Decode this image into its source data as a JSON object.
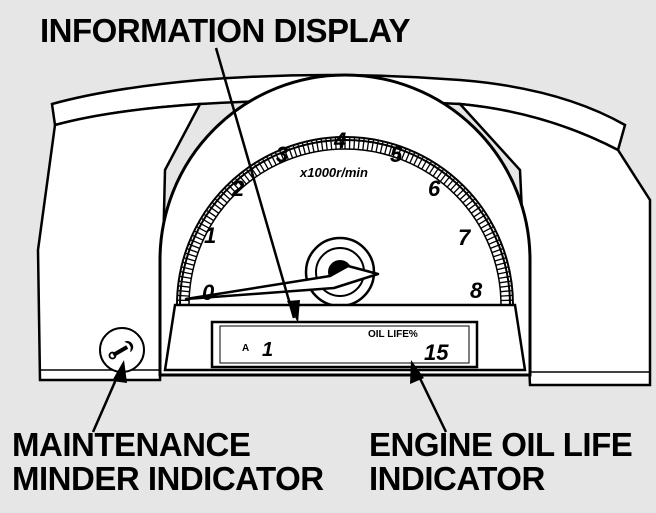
{
  "callouts": {
    "information_display": "INFORMATION DISPLAY",
    "maintenance_minder": [
      "MAINTENANCE",
      "MINDER INDICATOR"
    ],
    "engine_oil_life": [
      "ENGINE OIL LIFE",
      "INDICATOR"
    ]
  },
  "tachometer": {
    "scale_numbers": [
      "0",
      "1",
      "2",
      "3",
      "4",
      "5",
      "6",
      "7",
      "8"
    ],
    "unit_label": "x1000r/min"
  },
  "display": {
    "trip_label": "A",
    "odometer_value": "1",
    "oil_life_label": "OIL LIFE%",
    "oil_life_value": "15"
  },
  "icons": {
    "maintenance": "wrench-icon"
  },
  "colors": {
    "background": "#e6e6e6",
    "panel": "#ffffff",
    "ink": "#000000"
  }
}
